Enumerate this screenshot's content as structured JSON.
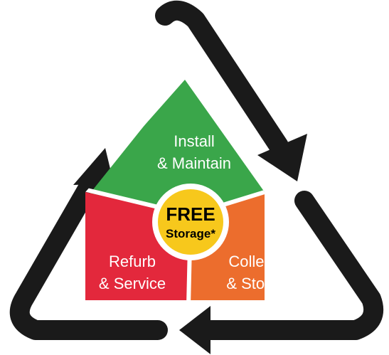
{
  "diagram": {
    "segments": {
      "top": {
        "line1": "Install",
        "line2": "& Maintain",
        "color": "#3aa64a"
      },
      "left": {
        "line1": "Refurb",
        "line2": "& Service",
        "color": "#e3283c"
      },
      "right": {
        "line1": "Collect",
        "line2": "& Store",
        "color": "#ec6d2d"
      }
    },
    "center": {
      "title": "FREE",
      "subtitle": "Storage*",
      "color": "#f7c81c"
    },
    "cycle_arrows": {
      "color": "#1a1a1a",
      "direction": "clockwise"
    }
  }
}
